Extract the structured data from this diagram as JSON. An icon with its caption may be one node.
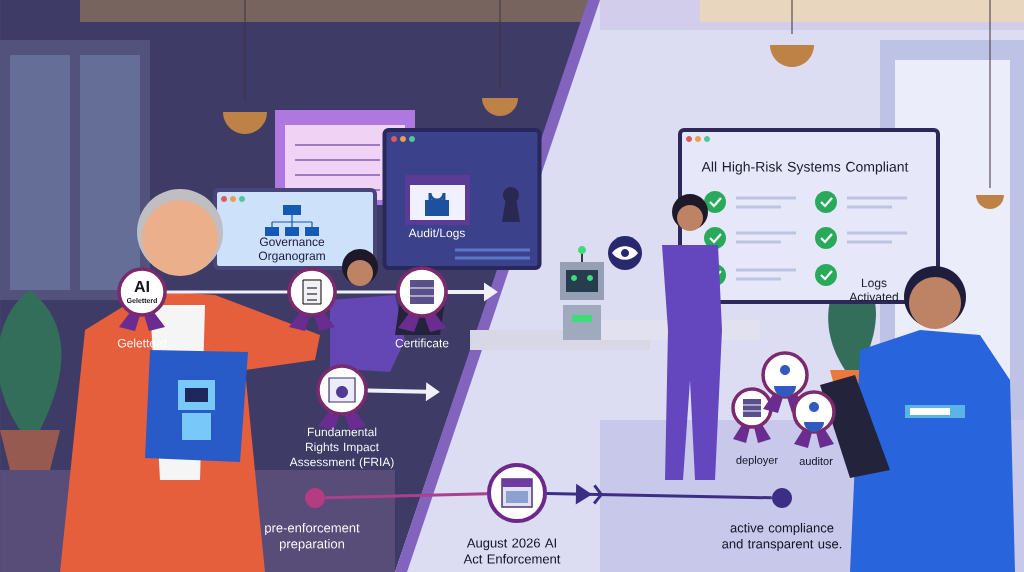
{
  "diagram": {
    "nodes": [
      {
        "text": [
          "Governance Organogram"
        ]
      },
      {
        "text": [
          "AI",
          "Geletterd"
        ],
        "beside": [
          "Geletterd"
        ]
      },
      {
        "text": [],
        "shape": "circle"
      },
      {
        "text": [],
        "shape": "circle",
        "beside": [
          "Certificate"
        ]
      },
      {
        "text": [
          "Audit/Logs"
        ]
      },
      {
        "text": [],
        "shape": "circle",
        "beside": [
          "Fundamental Rights Impact Assessment (FRIA)"
        ]
      },
      {
        "text": [
          "All High-Risk Systems Compliant",
          "Logs Activated"
        ]
      },
      {
        "text": [],
        "shape": "circle",
        "beside": [
          "deployer"
        ]
      },
      {
        "text": [],
        "shape": "circle"
      },
      {
        "text": [],
        "shape": "circle",
        "beside": [
          "auditor"
        ]
      },
      {
        "text": [],
        "shape": "circle",
        "beside": [
          "pre-enforcement preparation"
        ]
      },
      {
        "text": [],
        "shape": "circle",
        "beside": [
          "August 2026 AI Act Enforcement"
        ]
      },
      {
        "text": [],
        "shape": "circle",
        "beside": [
          "active compliance and transparent use."
        ]
      }
    ],
    "edges": [
      {
        "from": 1,
        "to": 2,
        "arrow": "none"
      },
      {
        "from": 2,
        "to": 3,
        "arrow": "none"
      },
      {
        "from": 3,
        "to": null,
        "arrow": "to"
      },
      {
        "from": 5,
        "to": null,
        "arrow": "to"
      },
      {
        "from": 10,
        "to": 11,
        "arrow": "none",
        "color": "#a9418f"
      },
      {
        "from": 11,
        "to": 12,
        "arrow": "to",
        "color": "#3a2f85"
      }
    ]
  }
}
